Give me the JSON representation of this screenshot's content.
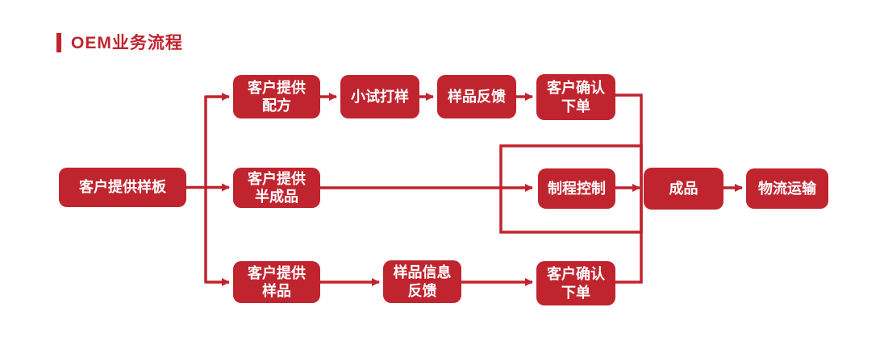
{
  "title": {
    "text": "OEM业务流程"
  },
  "colors": {
    "accent": "#c0242e",
    "box_text": "#ffffff",
    "background": "#ffffff"
  },
  "flowchart": {
    "nodes": [
      {
        "id": "customer-sample-board",
        "label": "客户提供样板"
      },
      {
        "id": "customer-recipe",
        "label": "客户提供\n配方"
      },
      {
        "id": "trial-proofing",
        "label": "小试打样"
      },
      {
        "id": "sample-feedback",
        "label": "样品反馈"
      },
      {
        "id": "customer-confirm-order-top",
        "label": "客户确认\n下单"
      },
      {
        "id": "customer-semi-finished",
        "label": "客户提供\n半成品"
      },
      {
        "id": "process-control",
        "label": "制程控制"
      },
      {
        "id": "finished-product",
        "label": "成品"
      },
      {
        "id": "logistics-transport",
        "label": "物流运输"
      },
      {
        "id": "customer-sample",
        "label": "客户提供\n样品"
      },
      {
        "id": "sample-info-feedback",
        "label": "样品信息\n反馈"
      },
      {
        "id": "customer-confirm-order-bottom",
        "label": "客户确认\n下单"
      }
    ],
    "edges": [
      {
        "from": "customer-sample-board",
        "to": "customer-recipe"
      },
      {
        "from": "customer-sample-board",
        "to": "customer-semi-finished"
      },
      {
        "from": "customer-sample-board",
        "to": "customer-sample"
      },
      {
        "from": "customer-recipe",
        "to": "trial-proofing"
      },
      {
        "from": "trial-proofing",
        "to": "sample-feedback"
      },
      {
        "from": "sample-feedback",
        "to": "customer-confirm-order-top"
      },
      {
        "from": "customer-confirm-order-top",
        "to": "process-control"
      },
      {
        "from": "customer-semi-finished",
        "to": "process-control"
      },
      {
        "from": "customer-sample",
        "to": "sample-info-feedback"
      },
      {
        "from": "sample-info-feedback",
        "to": "customer-confirm-order-bottom"
      },
      {
        "from": "customer-confirm-order-bottom",
        "to": "process-control"
      },
      {
        "from": "process-control",
        "to": "finished-product"
      },
      {
        "from": "finished-product",
        "to": "logistics-transport"
      }
    ]
  }
}
